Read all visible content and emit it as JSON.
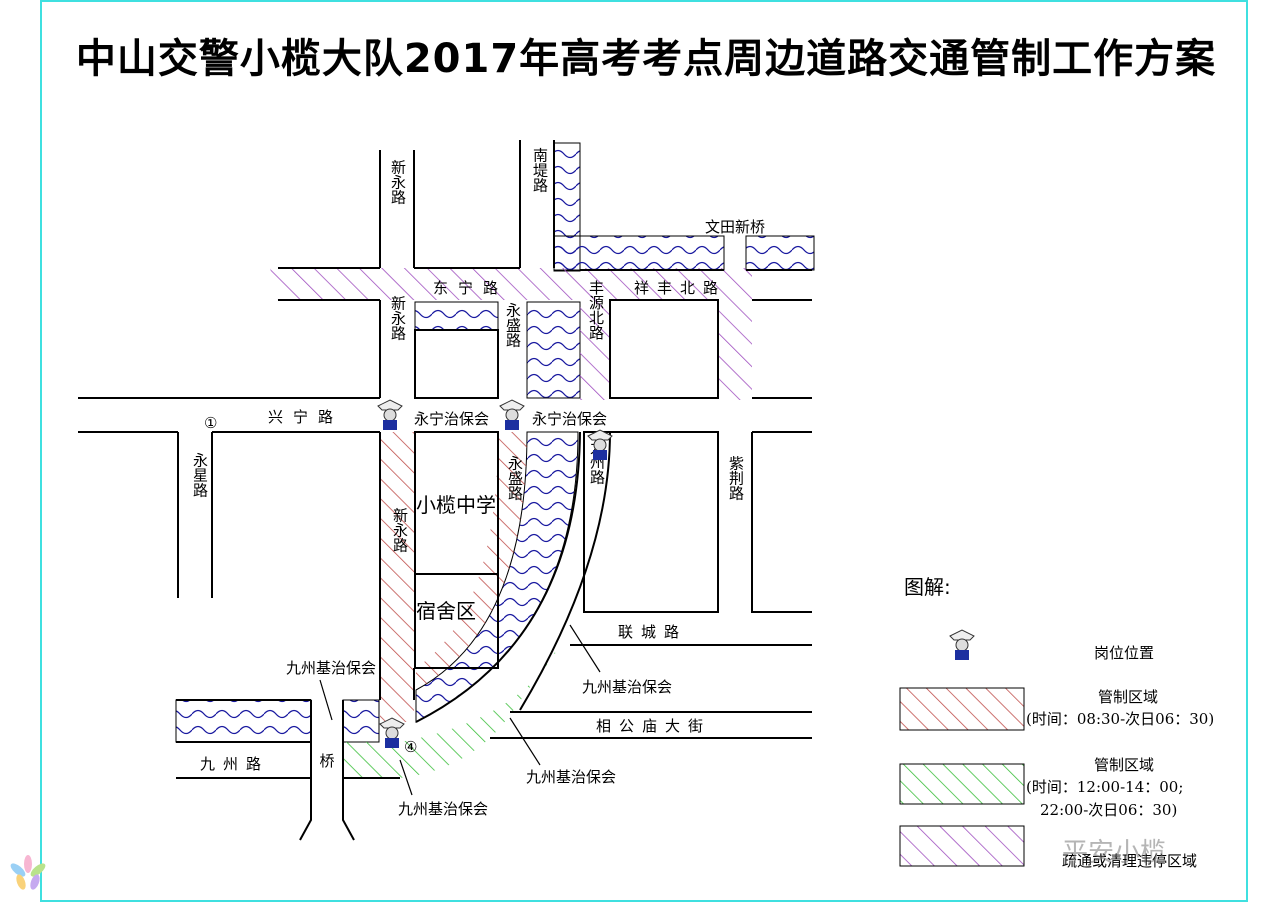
{
  "title": "中山交警小榄大队2017年高考考点周边道路交通管制工作方案",
  "roads": {
    "xinyong_north": "新永路",
    "nandi": "南堤路",
    "wentian_bridge": "文田新桥",
    "dongning": "东宁路",
    "xiangfeng_north": "祥丰北路",
    "xinyong_mid": "新永路",
    "yongsheng_mid": "永盛路",
    "fengyuan_north": "丰源北路",
    "xingning": "兴宁路",
    "yongxing": "永星路",
    "xinyong_south": "新永路",
    "yongsheng_south": "永盛路",
    "jiuzhou_road": "九州路",
    "zijing": "紫荆路",
    "liancheng": "联城路",
    "xianggongmiao": "相公庙大街",
    "jiuzhou_west": "九州路",
    "bridge": "桥"
  },
  "places": {
    "school": "小榄中学",
    "dorm": "宿舍区",
    "yongning_1": "永宁治保会",
    "yongning_2": "永宁治保会",
    "jiuzhouji_1": "九州基治保会",
    "jiuzhouji_2": "九州基治保会",
    "jiuzhouji_3": "九州基治保会",
    "jiuzhouji_4": "九州基治保会",
    "marker_1": "①",
    "marker_4": "④"
  },
  "legend": {
    "title": "图解:",
    "post": "岗位位置",
    "red_label": "管制区域",
    "red_time": "(时间：08:30-次日06：30)",
    "green_label": "管制区域",
    "green_time_1": "(时间：12:00-14：00;",
    "green_time_2": "22:00-次日06：30)",
    "purple_label": "疏通或清理违停区域"
  },
  "watermark": "平安小榄",
  "colors": {
    "frame": "#3fe0e0",
    "red_hatch": "#c0504d",
    "green_hatch": "#3bbf3b",
    "purple_hatch": "#a050c0",
    "water": "#1a1aa0"
  }
}
